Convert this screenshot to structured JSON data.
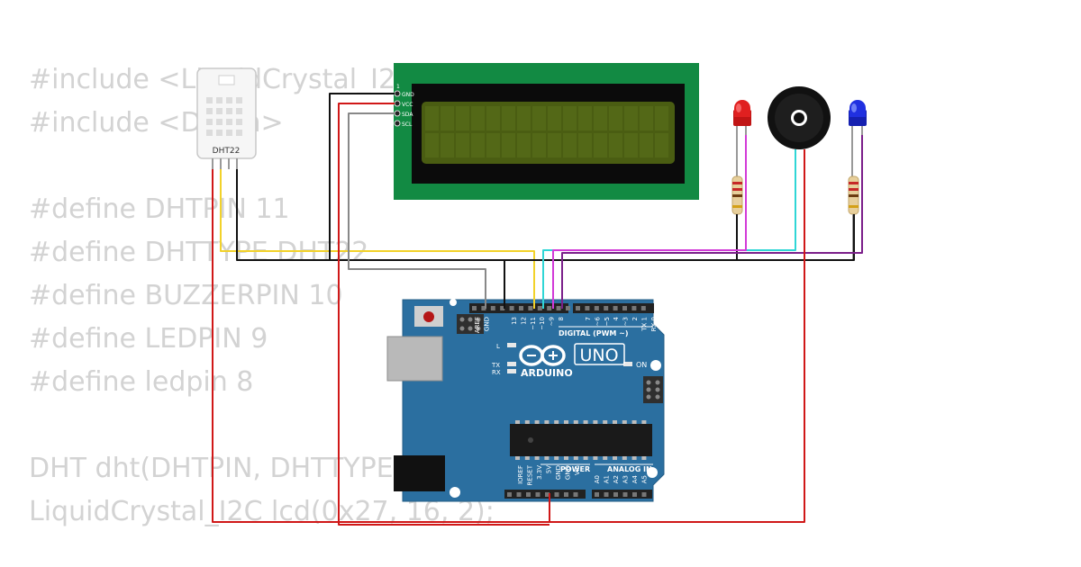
{
  "code_lines": [
    "#include <LiquidCrystal_I2C.h>",
    "#include <DHT.h>",
    "",
    "#define DHTPIN 11",
    "#define DHTTYPE DHT22",
    "#define BUZZERPIN 10",
    "#define LEDPIN 9",
    "#define ledpin 8",
    "",
    "DHT dht(DHTPIN, DHTTYPE);",
    "LiquidCrystal_I2C lcd(0x27, 16, 2);"
  ],
  "dht": {
    "label": "DHT22"
  },
  "lcd": {
    "pin_index": "1",
    "pins": [
      "GND",
      "VCC",
      "SDA",
      "SCL"
    ]
  },
  "arduino": {
    "brand": "ARDUINO",
    "model": "UNO",
    "digital_label": "DIGITAL (PWM ~)",
    "power_label": "POWER",
    "analog_label": "ANALOG IN",
    "on_label": "ON",
    "led_l": "L",
    "led_tx": "TX",
    "led_rx": "RX",
    "top_pins": [
      "AREF",
      "GND",
      "13",
      "12",
      "~11",
      "~10",
      "~9",
      "8",
      "7",
      "~6",
      "~5",
      "4",
      "~3",
      "2",
      "TX 1",
      "RX 0"
    ],
    "power_pins": [
      "IOREF",
      "RESET",
      "3.3V",
      "5V",
      "GND",
      "GND",
      "Vin"
    ],
    "analog_pins": [
      "A0",
      "A1",
      "A2",
      "A3",
      "A4",
      "A5"
    ]
  },
  "colors": {
    "board": "#2b6fa0",
    "lcd_pcb": "#128a43",
    "lcd_screen": "#4a5d12",
    "wire_red": "#d01818",
    "wire_black": "#111111",
    "wire_yellow": "#f2d22a",
    "wire_gray": "#888888",
    "wire_cyan": "#2fd6d6",
    "wire_magenta": "#d23ad8",
    "wire_purple": "#7b1f8a",
    "led_red": "#e02020",
    "led_blue": "#2030e0",
    "code_text": "#d3d3d3"
  }
}
